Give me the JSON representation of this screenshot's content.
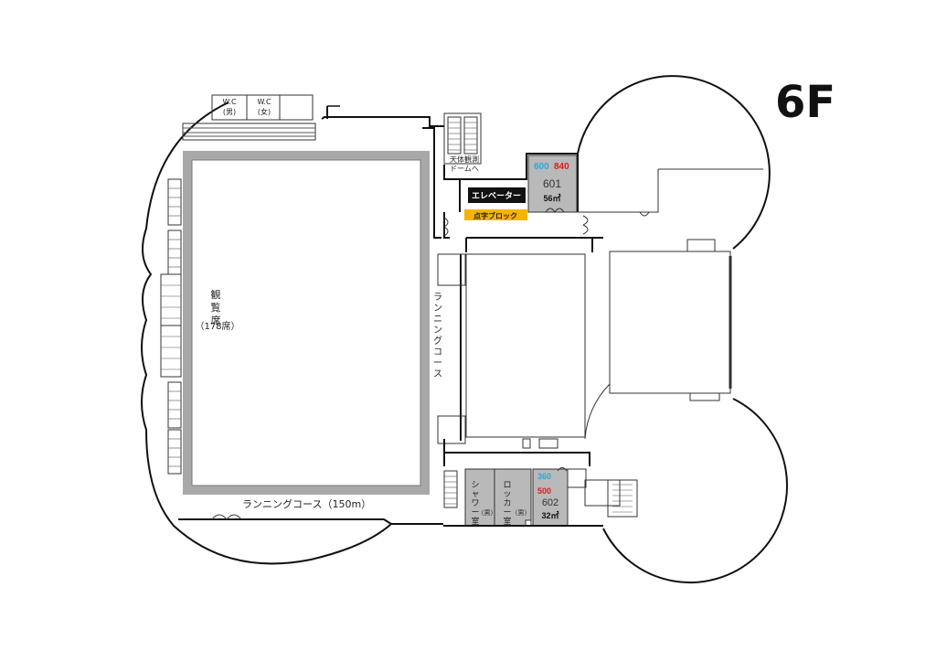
{
  "floor": {
    "label": "6F"
  },
  "restrooms": {
    "men": "W.C\n(男)",
    "women": "W.C\n(女)"
  },
  "arena": {
    "seating": "観\n覧\n席\n（178席）",
    "running_course_vertical": "ランニングコース",
    "running_course_bottom": "ランニングコース（150m）"
  },
  "observatory": {
    "label": "天体観測\nドームへ"
  },
  "elevator": {
    "label": "エレベーター",
    "color": "#111111"
  },
  "braille_block": {
    "label": "点字ブロック",
    "color": "#f5b400"
  },
  "rooms": [
    {
      "id": "601",
      "name": "601",
      "capacity_blue": "600",
      "capacity_red": "840",
      "area": "56㎡",
      "fill": "#b9b9b9"
    },
    {
      "id": "602",
      "name": "602",
      "capacity_blue": "360",
      "capacity_red": "500",
      "area": "32㎡",
      "fill": "#b9b9b9"
    }
  ],
  "locker_rooms": [
    {
      "name": "シャワー室",
      "sub": "（男）"
    },
    {
      "name": "ロッカー室",
      "sub": "（男）"
    }
  ],
  "colors": {
    "blue": "#2aa7e0",
    "red": "#e01b1b",
    "room_gray": "#b9b9b9",
    "arena_gray": "#a8a8a8"
  }
}
